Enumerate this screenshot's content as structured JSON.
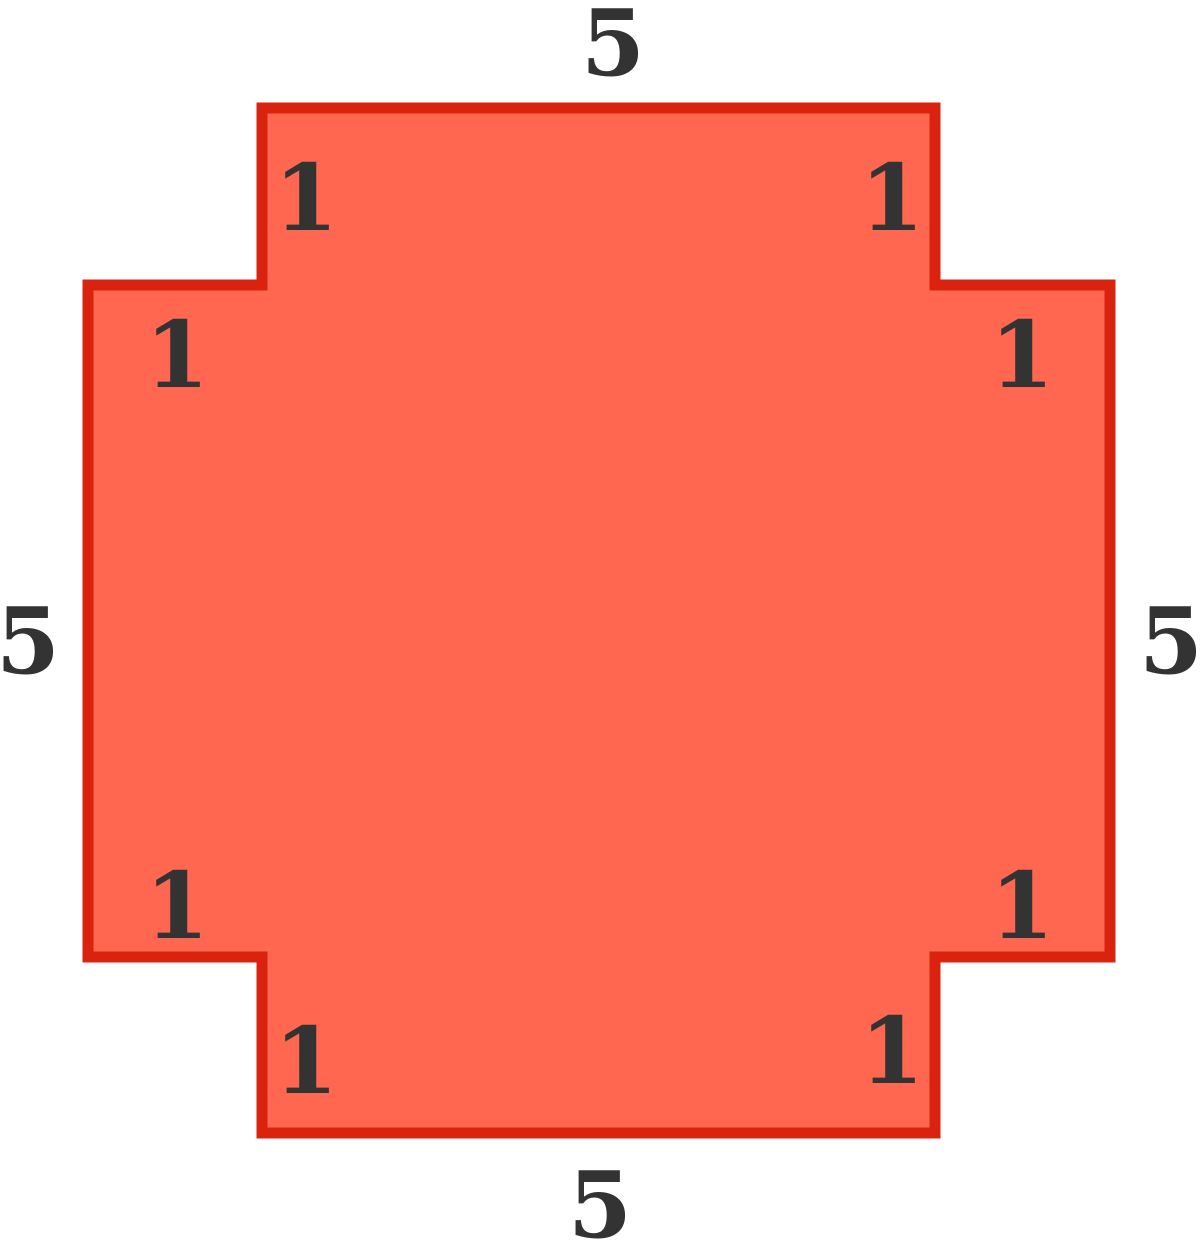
{
  "shape": {
    "fill_color": "#FF6751",
    "stroke_color": "#D9230F"
  },
  "labels": {
    "top_side": "5",
    "bottom_side": "5",
    "left_side": "5",
    "right_side": "5",
    "notch_top_left_vertical": "1",
    "notch_top_left_horizontal": "1",
    "notch_top_right_vertical": "1",
    "notch_top_right_horizontal": "1",
    "notch_bottom_left_horizontal": "1",
    "notch_bottom_left_vertical": "1",
    "notch_bottom_right_horizontal": "1",
    "notch_bottom_right_vertical": "1"
  }
}
